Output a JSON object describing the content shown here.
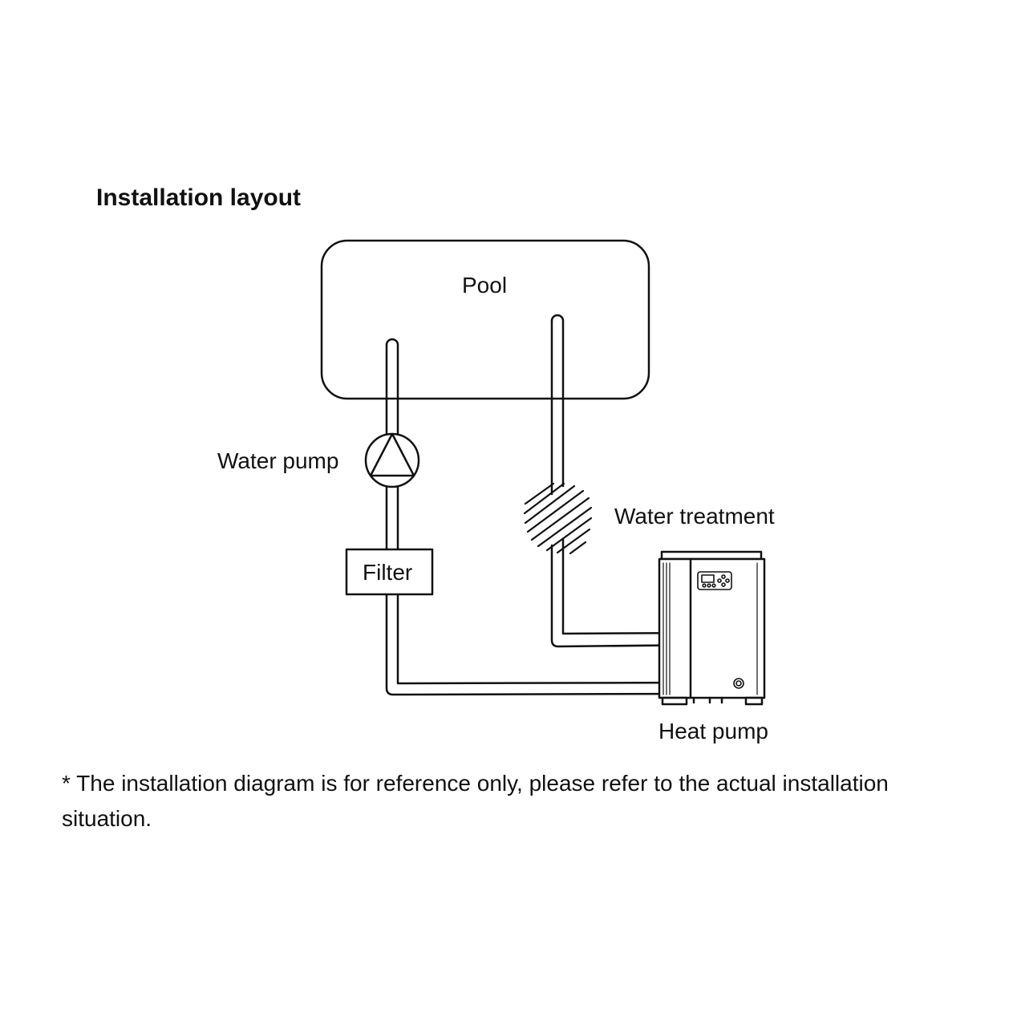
{
  "title": "Installation layout",
  "labels": {
    "pool": "Pool",
    "water_pump": "Water pump",
    "filter": "Filter",
    "water_treatment": "Water treatment",
    "heat_pump": "Heat pump"
  },
  "note": "* The installation diagram is for reference only, please refer to the actual installation situation."
}
